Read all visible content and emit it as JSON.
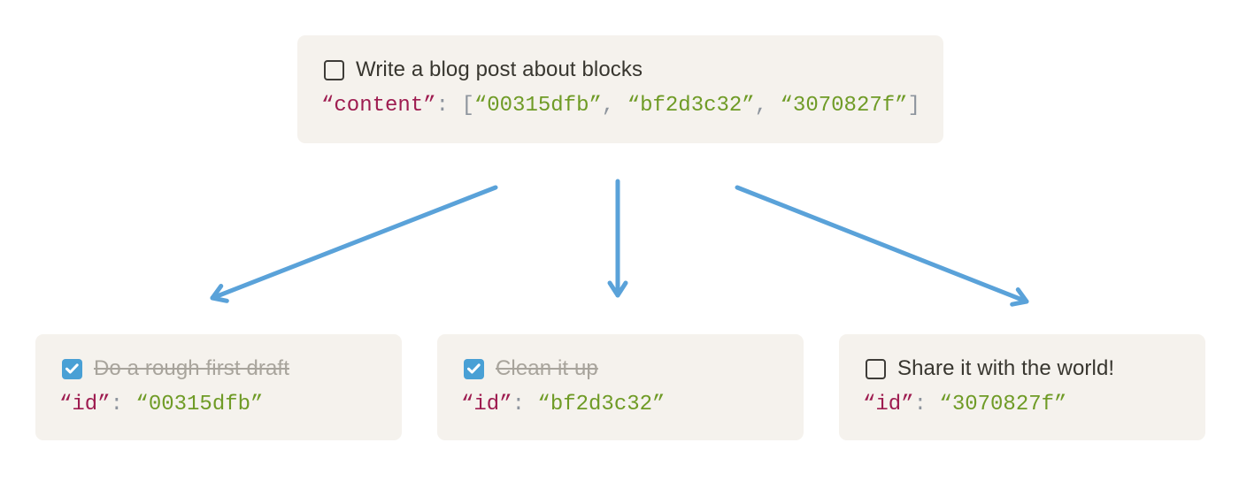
{
  "colors": {
    "page_bg": "#ffffff",
    "card_bg": "#f5f2ed",
    "arrow": "#5aa2d9",
    "checkbox_checked_bg": "#49a0d5",
    "checkbox_border": "#3e3c38",
    "task_text": "#38362f",
    "done_text": "#a8a49c",
    "code_key": "#9e1c50",
    "code_string": "#6f9b26",
    "code_punct": "#8d949d"
  },
  "parent": {
    "task": {
      "label": "Write a blog post about blocks",
      "checked": false
    },
    "code": {
      "key": "“content”",
      "colon": ": ",
      "open": "[",
      "sep": ", ",
      "close": "]",
      "ids": [
        "“00315dfb”",
        "“bf2d3c32”",
        "“3070827f”"
      ]
    }
  },
  "children": [
    {
      "task": {
        "label": "Do a rough first draft",
        "checked": true
      },
      "code": {
        "key": "“id”",
        "colon": ": ",
        "value": "“00315dfb”"
      }
    },
    {
      "task": {
        "label": "Clean it up",
        "checked": true
      },
      "code": {
        "key": "“id”",
        "colon": ": ",
        "value": "“bf2d3c32”"
      }
    },
    {
      "task": {
        "label": "Share it with the world!",
        "checked": false
      },
      "code": {
        "key": "“id”",
        "colon": ": ",
        "value": "“3070827f”"
      }
    }
  ]
}
